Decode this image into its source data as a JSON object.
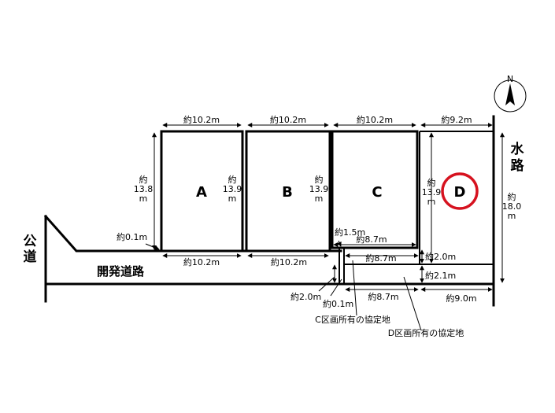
{
  "compass": {
    "north_label": "N"
  },
  "road": {
    "public_road": "公道",
    "dev_road": "開発道路",
    "waterway": "水路"
  },
  "lots": {
    "a": "A",
    "b": "B",
    "c": "C",
    "d": "D"
  },
  "dims": {
    "top_a": "約10.2m",
    "top_b": "約10.2m",
    "top_c": "約10.2m",
    "top_d": "約9.2m",
    "bot_a": "約10.2m",
    "bot_b": "約10.2m",
    "a_left": [
      "約",
      "13.8",
      "m"
    ],
    "a_right": [
      "約",
      "13.9",
      "m"
    ],
    "b_right": [
      "約",
      "13.9",
      "m"
    ],
    "d_left": [
      "約",
      "13.9",
      "m"
    ],
    "right_total": [
      "約",
      "18.0",
      "m"
    ],
    "gap_01_top": "約0.1m",
    "c_15": "約1.5m",
    "c_87_a": "約8.7m",
    "c_87_b": "約8.7m",
    "c_87_c": "約8.7m",
    "d_20": "約2.0m",
    "d_21": "約2.1m",
    "d_90": "約9.0m",
    "pass_20": "約2.0m",
    "pass_01": "約0.1m"
  },
  "notes": {
    "c_agreement": "C区画所有の協定地",
    "d_agreement": "D区画所有の協定地"
  }
}
